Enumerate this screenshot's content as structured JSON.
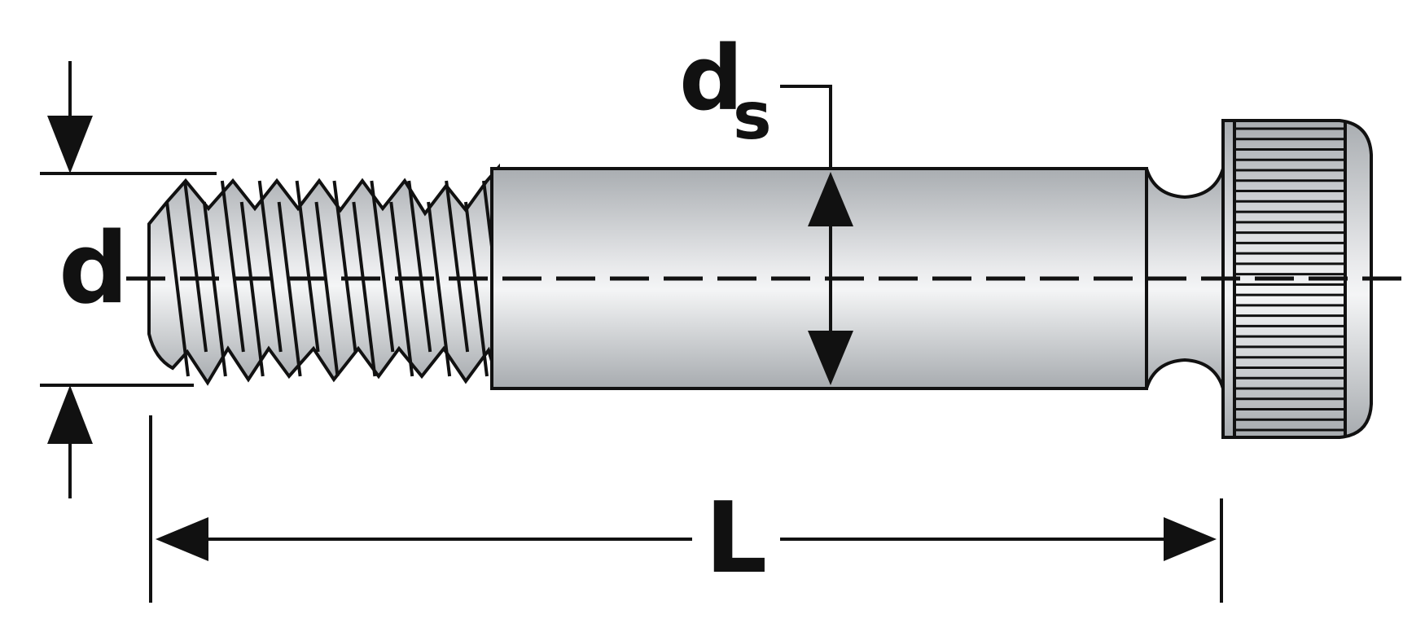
{
  "labels": {
    "thread_diameter": "d",
    "shoulder_diameter_main": "d",
    "shoulder_diameter_sub": "s",
    "length": "L"
  },
  "colors": {
    "outline": "#111111",
    "steel_light": "#f2f3f4",
    "steel_mid": "#c5c8cb",
    "steel_dark": "#a7abaf",
    "background": "#ffffff"
  },
  "thread_crest_count": 8,
  "knurl_line_count": 30
}
